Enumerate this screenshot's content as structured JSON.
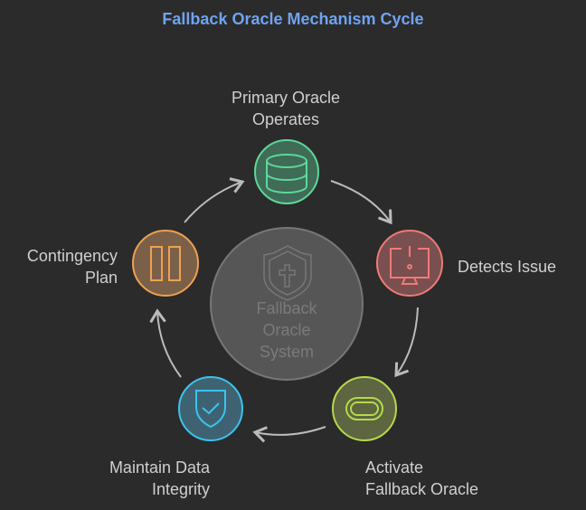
{
  "title": "Fallback Oracle Mechanism Cycle",
  "center": {
    "line1": "Fallback",
    "line2": "Oracle",
    "line3": "System"
  },
  "steps": [
    {
      "line1": "Primary Oracle",
      "line2": "Operates",
      "icon": "database-icon",
      "color": "#5ed69a"
    },
    {
      "line1": "Detects Issue",
      "icon": "monitor-alert-icon",
      "color": "#f07a78"
    },
    {
      "line1": "Activate",
      "line2": "Fallback Oracle",
      "icon": "oval-icon",
      "color": "#b5d94a"
    },
    {
      "line1": "Maintain Data",
      "line2": "Integrity",
      "icon": "shield-check-icon",
      "color": "#3ac4ee"
    },
    {
      "line1": "Contingency",
      "line2": "Plan",
      "icon": "pause-icon",
      "color": "#f0a050"
    }
  ]
}
